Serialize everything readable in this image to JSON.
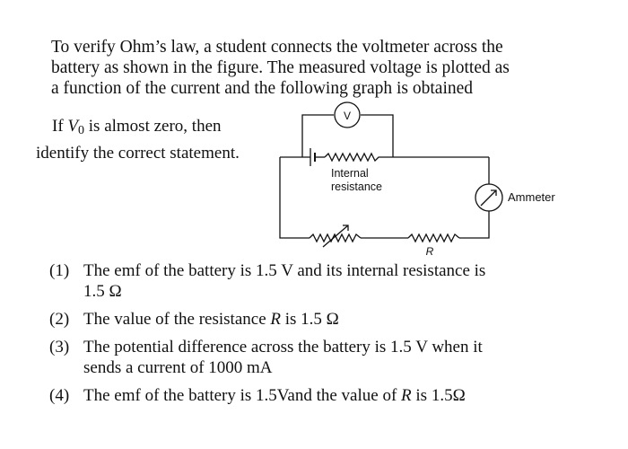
{
  "question": {
    "intro_lines": [
      "To verify Ohm’s law, a student connects the voltmeter across the",
      "battery as shown in the figure. The measured voltage is plotted as",
      "a function of the current and the following graph is obtained"
    ],
    "side_line1_before": "If ",
    "side_symbol": "V",
    "side_subscript": "0",
    "side_line1_after": " is almost zero, then",
    "side_line2": "identify the correct statement."
  },
  "circuit": {
    "voltmeter_label": "V",
    "internal_resistance_line1": "Internal",
    "internal_resistance_line2": "resistance",
    "ammeter_label": "Ammeter",
    "resistor_label": "R"
  },
  "options": [
    {
      "num": "(1)",
      "line1": "The emf of the battery is 1.5 V and its internal resistance is",
      "line2": "1.5 Ω"
    },
    {
      "num": "(2)",
      "before": "The value of the resistance ",
      "italic": "R",
      "after": " is 1.5 Ω"
    },
    {
      "num": "(3)",
      "line1": "The potential difference across the battery is 1.5 V when it",
      "line2": "sends a current of 1000 mA"
    },
    {
      "num": "(4)",
      "before": "The emf of the battery is 1.5Vand the value of ",
      "italic": "R",
      "after": " is 1.5Ω"
    }
  ]
}
